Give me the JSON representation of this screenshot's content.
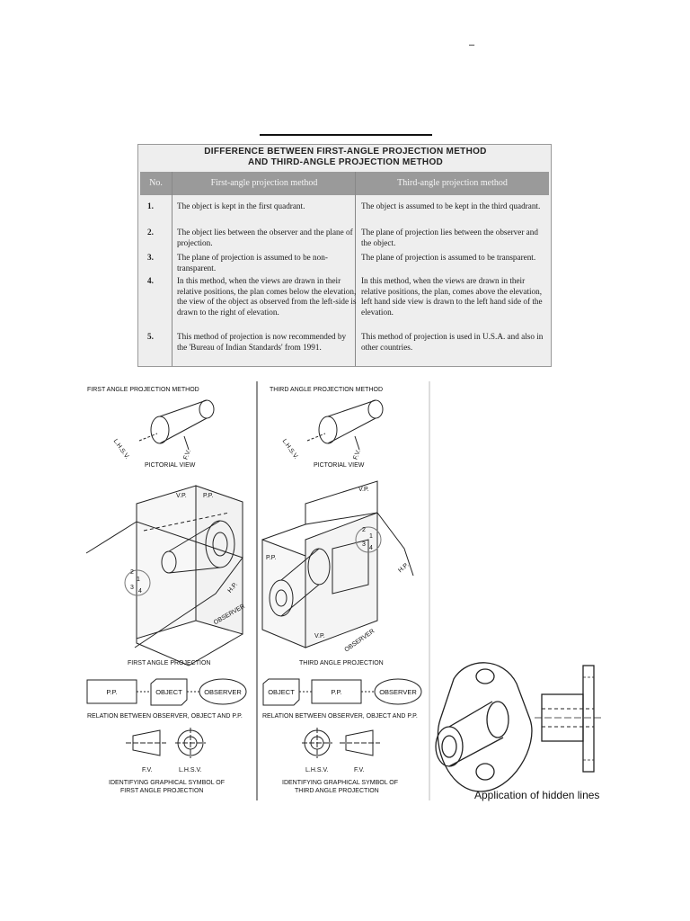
{
  "page": {
    "top_mark": "–"
  },
  "table": {
    "title_line1": "DIFFERENCE BETWEEN FIRST-ANGLE PROJECTION METHOD",
    "title_line2": "AND THIRD-ANGLE PROJECTION METHOD",
    "headers": {
      "no": "No.",
      "first": "First-angle projection method",
      "third": "Third-angle projection method"
    },
    "rows": [
      {
        "no": "1.",
        "first": "The object is kept in the first quadrant.",
        "third": "The object is assumed to be kept in the third quadrant."
      },
      {
        "no": "2.",
        "first": "The object lies between the observer and the plane of projection.",
        "third": "The plane of projection lies between the observer and the object."
      },
      {
        "no": "3.",
        "first": "The plane of projection is assumed to be non-transparent.",
        "third": "The plane of projection is assumed to be transparent."
      },
      {
        "no": "4.",
        "first": "In this method, when the views are drawn in their relative positions, the plan comes below the elevation, the view of the object as observed from the left-side is drawn to the right of elevation.",
        "third": "In this method, when the views are drawn in their relative positions, the plan, comes above the elevation, left hand side view is drawn to the left hand side of the elevation."
      },
      {
        "no": "5.",
        "first": "This method of projection is now recommended by the 'Bureau of Indian Standards' from 1991.",
        "third": "This method of projection is used in U.S.A. and also in other countries."
      }
    ]
  },
  "first_angle": {
    "heading": "FIRST ANGLE PROJECTION METHOD",
    "lhsv": "L.H.S.V.",
    "fv": "F.V.",
    "pictorial": "PICTORIAL VIEW",
    "vp": "V.P.",
    "pp": "P.P.",
    "hp": "H.P.",
    "observer": "OBSERVER",
    "q": [
      "2",
      "1",
      "3",
      "4"
    ],
    "projection_caption": "FIRST ANGLE PROJECTION",
    "box_pp": "P.P.",
    "box_object": "OBJECT",
    "box_observer": "OBSERVER",
    "relation_caption": "RELATION BETWEEN OBSERVER, OBJECT AND P.P.",
    "sym_fv": "F.V.",
    "sym_lhsv": "L.H.S.V.",
    "symbol_caption1": "IDENTIFYING GRAPHICAL SYMBOL OF",
    "symbol_caption2": "FIRST ANGLE PROJECTION"
  },
  "third_angle": {
    "heading": "THIRD ANGLE PROJECTION METHOD",
    "lhsv": "L.H.S.V.",
    "fv": "F.V.",
    "pictorial": "PICTORIAL VIEW",
    "vp_top": "V.P.",
    "pp": "P.P.",
    "hp": "H.P.",
    "vp_bottom": "V.P.",
    "observer": "OBSERVER",
    "q": [
      "2",
      "1",
      "3",
      "4"
    ],
    "projection_caption": "THIRD ANGLE PROJECTION",
    "box_object": "OBJECT",
    "box_pp": "P.P.",
    "box_observer": "OBSERVER",
    "relation_caption": "RELATION BETWEEN OBSERVER, OBJECT AND P.P.",
    "sym_lhsv": "L.H.S.V.",
    "sym_fv": "F.V.",
    "symbol_caption1": "IDENTIFYING GRAPHICAL SYMBOL OF",
    "symbol_caption2": "THIRD ANGLE PROJECTION"
  },
  "hidden_lines": {
    "caption": "Application of hidden lines"
  }
}
